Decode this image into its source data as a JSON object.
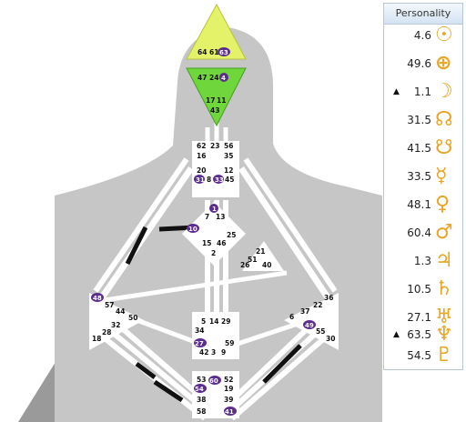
{
  "bodygraph": {
    "head_gates": [
      "64",
      "61",
      "63"
    ],
    "ajna_gates": [
      "47",
      "24",
      "4",
      "17",
      "11",
      "43"
    ],
    "throat_gates": [
      "62",
      "23",
      "56",
      "16",
      "35",
      "20",
      "12",
      "31",
      "8",
      "33",
      "45"
    ],
    "g_gates": [
      "1",
      "7",
      "13",
      "10",
      "15",
      "46",
      "25",
      "2"
    ],
    "heart_gates": [
      "21",
      "51",
      "26",
      "40"
    ],
    "spleen_gates": [
      "48",
      "57",
      "44",
      "50",
      "32",
      "28",
      "18"
    ],
    "solar_plexus_gates": [
      "36",
      "22",
      "37",
      "6",
      "49",
      "55",
      "30"
    ],
    "sacral_gates": [
      "5",
      "14",
      "29",
      "34",
      "27",
      "59",
      "42",
      "3",
      "9"
    ],
    "root_gates": [
      "53",
      "60",
      "52",
      "54",
      "19",
      "38",
      "39",
      "58",
      "41"
    ],
    "colors": {
      "head": "#e4f26a",
      "ajna": "#6fd63c",
      "activation_circle": "#5b2d8e",
      "channel": "#111111"
    }
  },
  "personality": {
    "title": "Personality",
    "rows": [
      {
        "value": "4.6",
        "mark": "",
        "planet": "sun",
        "glyph": "☉"
      },
      {
        "value": "49.6",
        "mark": "",
        "planet": "earth",
        "glyph": "⊕"
      },
      {
        "value": "1.1",
        "mark": "▲",
        "planet": "moon",
        "glyph": "☽"
      },
      {
        "value": "31.5",
        "mark": "",
        "planet": "north-node",
        "glyph": "☊"
      },
      {
        "value": "41.5",
        "mark": "",
        "planet": "south-node",
        "glyph": "☋"
      },
      {
        "value": "33.5",
        "mark": "",
        "planet": "mercury",
        "glyph": "☿"
      },
      {
        "value": "48.1",
        "mark": "",
        "planet": "venus",
        "glyph": "♀"
      },
      {
        "value": "60.4",
        "mark": "",
        "planet": "mars",
        "glyph": "♂"
      },
      {
        "value": "1.3",
        "mark": "",
        "planet": "jupiter",
        "glyph": "♃"
      },
      {
        "value": "10.5",
        "mark": "",
        "planet": "saturn",
        "glyph": "♄"
      },
      {
        "value": "27.1",
        "mark": "",
        "planet": "uranus",
        "glyph": "♅"
      },
      {
        "value": "63.5",
        "mark": "▲",
        "planet": "neptune",
        "glyph": "♆"
      },
      {
        "value": "54.5",
        "mark": "",
        "planet": "pluto",
        "glyph": "♇"
      }
    ]
  }
}
